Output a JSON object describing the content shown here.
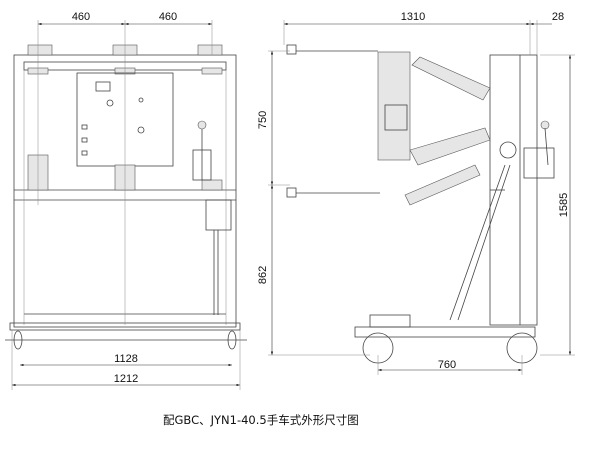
{
  "front_view": {
    "dims": {
      "top_left": "460",
      "top_right": "460",
      "inner_width": "1128",
      "outer_width": "1212"
    }
  },
  "side_view": {
    "dims": {
      "upper_height": "750",
      "lower_height": "862",
      "depth": "1310",
      "offset": "28",
      "total_height": "1585",
      "wheelbase": "760"
    }
  },
  "caption": "配GBC、JYN1-40.5手车式外形尺寸图"
}
